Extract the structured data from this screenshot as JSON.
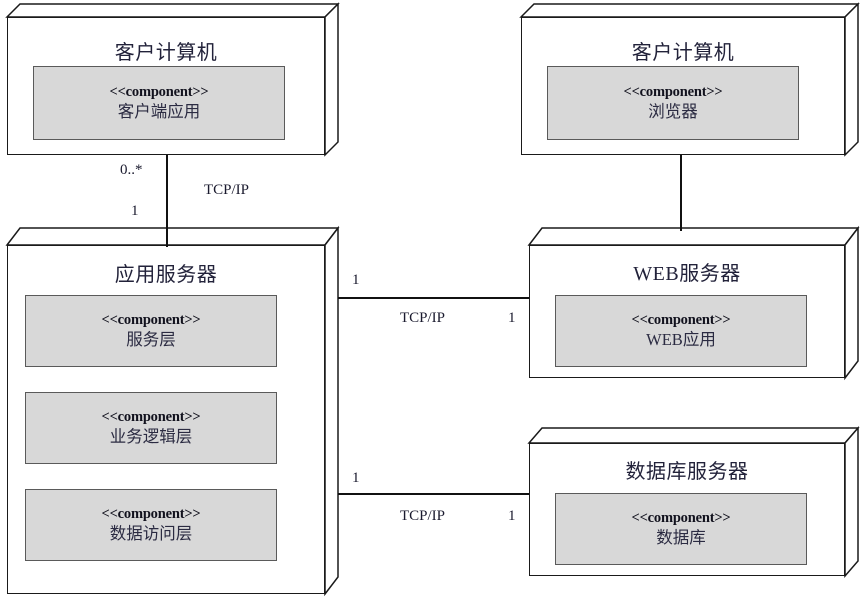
{
  "diagram": {
    "type": "uml-deployment-diagram",
    "stereotype_label": "<<component>>",
    "nodes": [
      {
        "id": "client-computer-app",
        "title": "客户计算机",
        "components": [
          {
            "stereotype": "<<component>>",
            "name": "客户端应用"
          }
        ]
      },
      {
        "id": "client-computer-browser",
        "title": "客户计算机",
        "components": [
          {
            "stereotype": "<<component>>",
            "name": "浏览器"
          }
        ]
      },
      {
        "id": "application-server",
        "title": "应用服务器",
        "components": [
          {
            "stereotype": "<<component>>",
            "name": "服务层"
          },
          {
            "stereotype": "<<component>>",
            "name": "业务逻辑层"
          },
          {
            "stereotype": "<<component>>",
            "name": "数据访问层"
          }
        ]
      },
      {
        "id": "web-server",
        "title": "WEB服务器",
        "components": [
          {
            "stereotype": "<<component>>",
            "name": "WEB应用"
          }
        ]
      },
      {
        "id": "database-server",
        "title": "数据库服务器",
        "components": [
          {
            "stereotype": "<<component>>",
            "name": "数据库"
          }
        ]
      }
    ],
    "connections": [
      {
        "id": "client-app-to-appserver",
        "from": "client-computer-app",
        "to": "application-server",
        "protocol": "TCP/IP",
        "source_multiplicity": "0..*",
        "target_multiplicity": "1"
      },
      {
        "id": "browser-to-webserver",
        "from": "client-computer-browser",
        "to": "web-server",
        "protocol": "",
        "source_multiplicity": "",
        "target_multiplicity": ""
      },
      {
        "id": "appserver-to-webserver",
        "from": "application-server",
        "to": "web-server",
        "protocol": "TCP/IP",
        "source_multiplicity": "1",
        "target_multiplicity": "1"
      },
      {
        "id": "appserver-to-dbserver",
        "from": "application-server",
        "to": "database-server",
        "protocol": "TCP/IP",
        "source_multiplicity": "1",
        "target_multiplicity": "1"
      }
    ]
  },
  "colors": {
    "component_fill": "#d8d8d8",
    "component_border": "#5a5a5a",
    "node_border": "#1a1a1a",
    "title_text": "#22223a",
    "background": "#ffffff"
  }
}
